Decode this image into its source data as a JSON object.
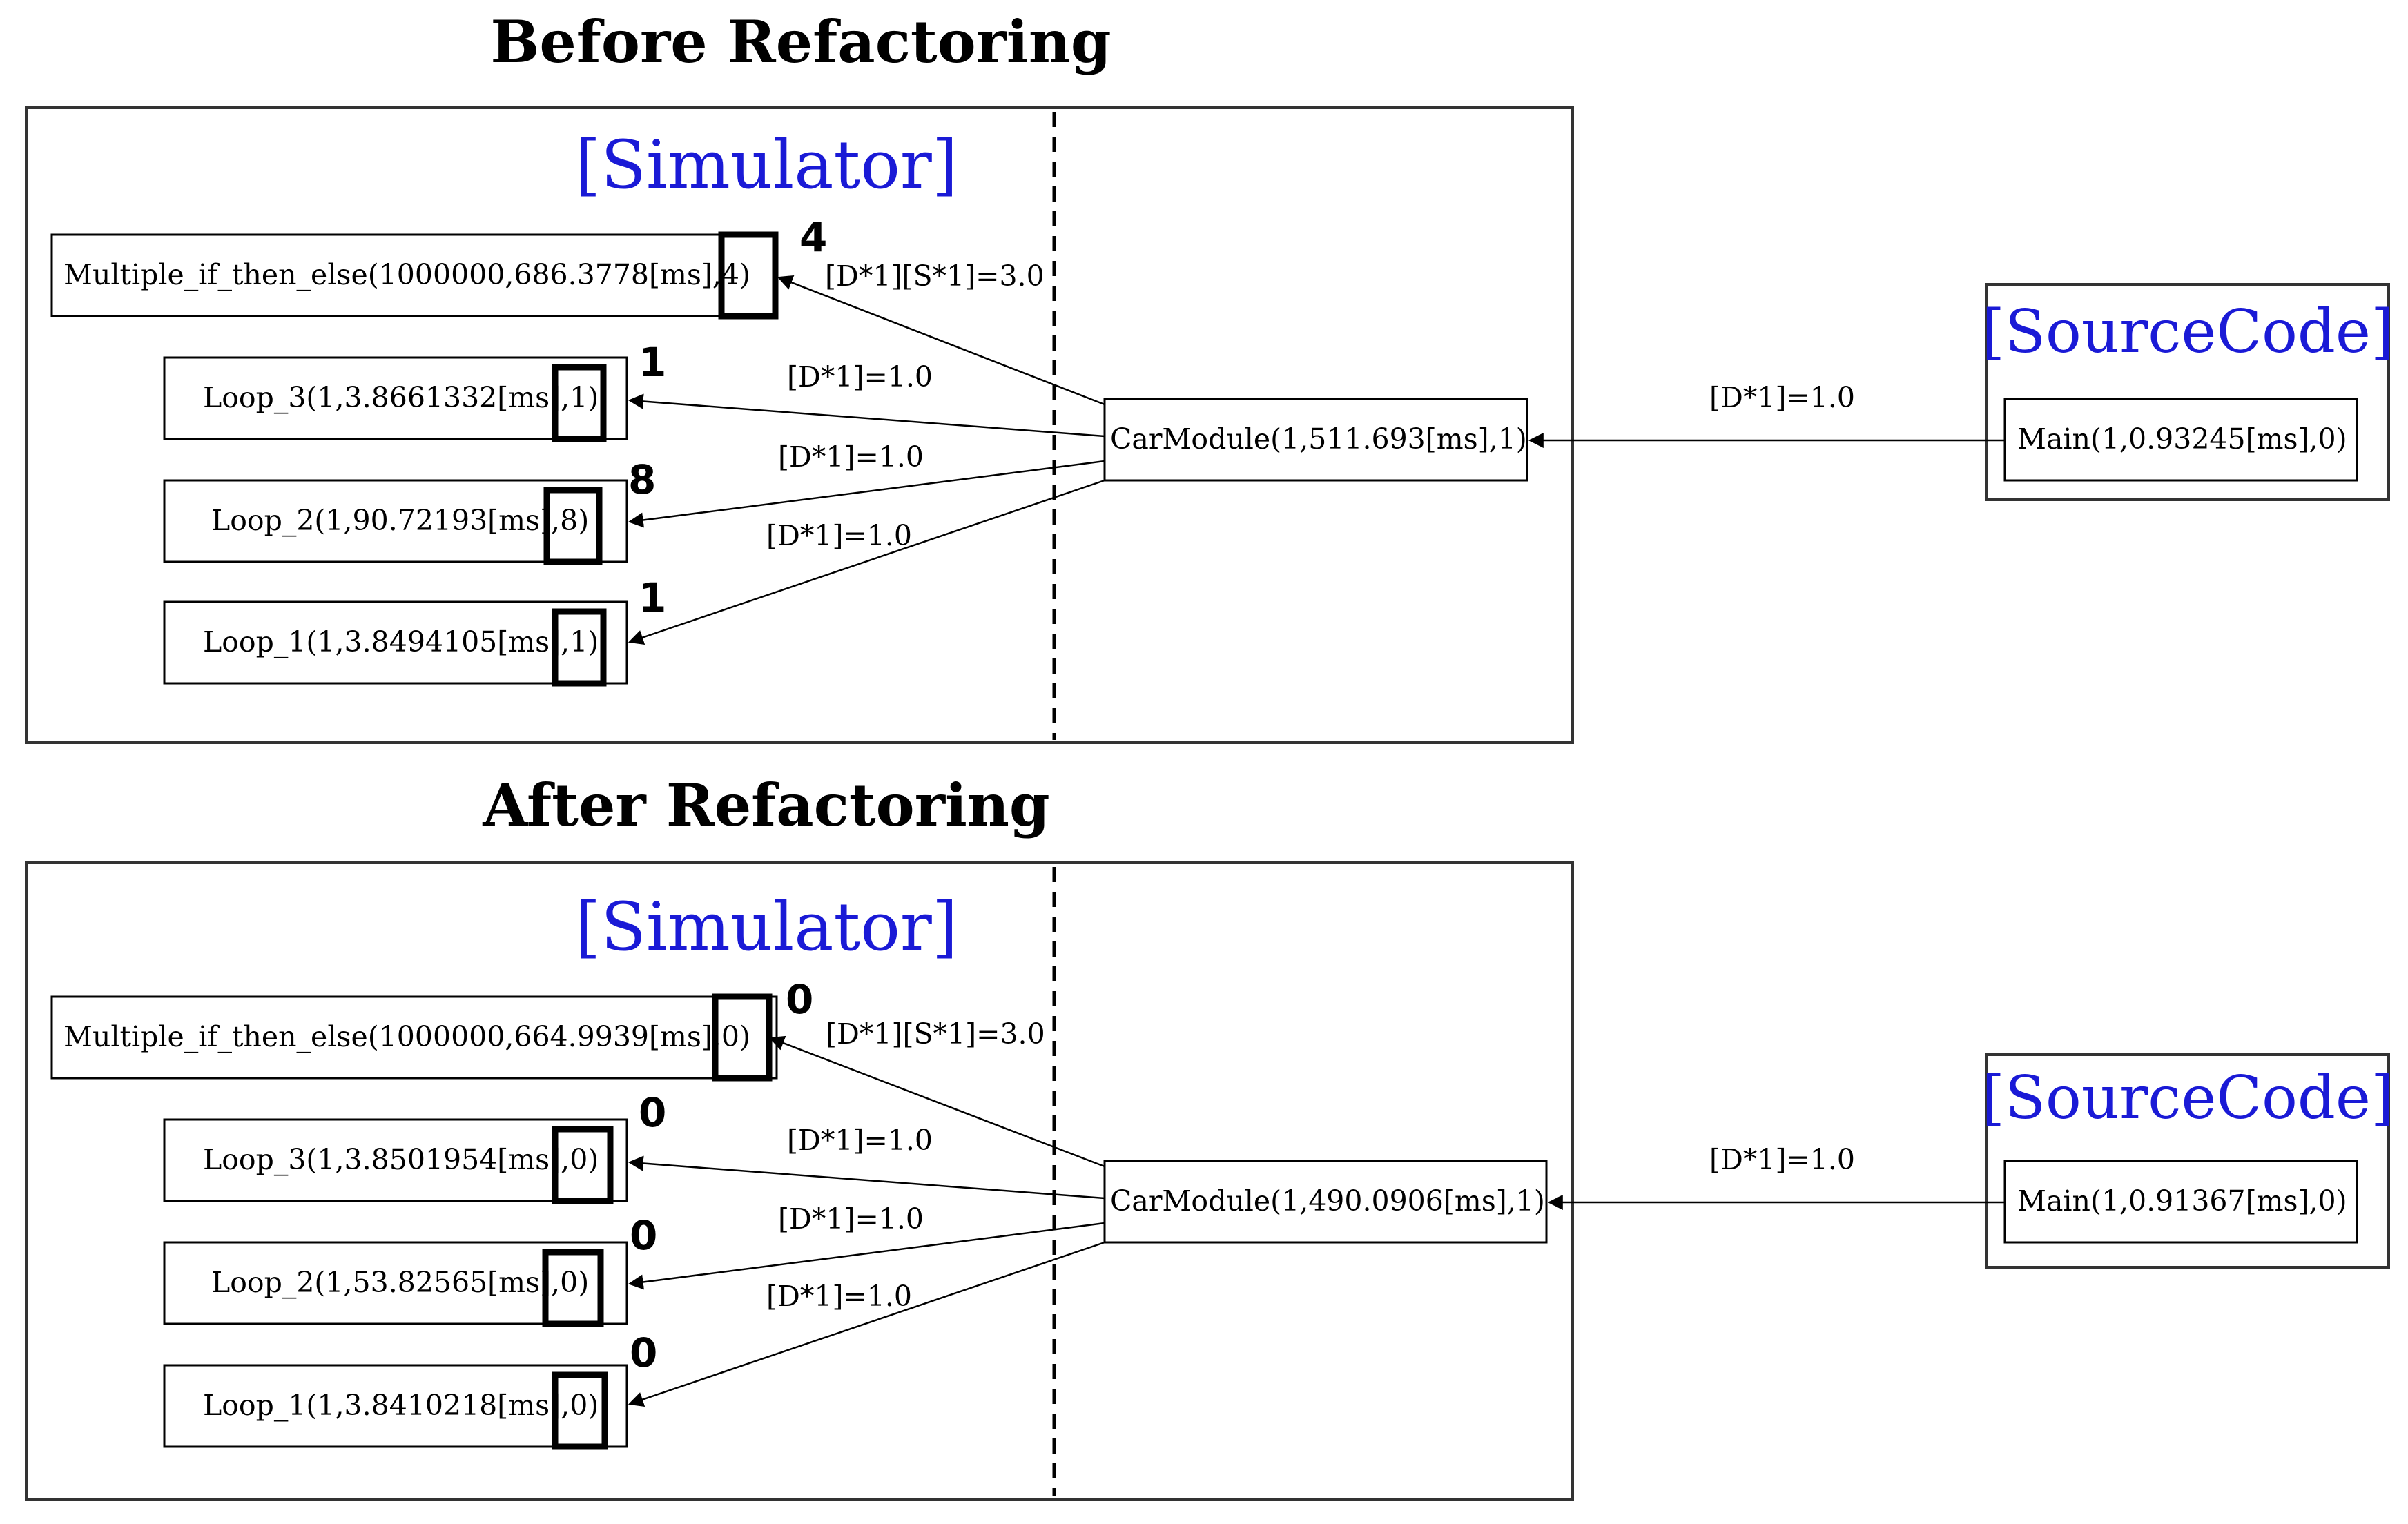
{
  "panels": [
    {
      "title": "Before Refactoring",
      "simulator_label": "[Simulator]",
      "sourcecode_label": "[SourceCode]",
      "nodes": {
        "multiple": {
          "text": "Multiple_if_then_else(1000000,686.3778[ms],4)",
          "badge": "4"
        },
        "loop3": {
          "text": "Loop_3(1,3.8661332[ms],1)",
          "badge": "1"
        },
        "loop2": {
          "text": "Loop_2(1,90.72193[ms],8)",
          "badge": "8"
        },
        "loop1": {
          "text": "Loop_1(1,3.8494105[ms],1)",
          "badge": "1"
        },
        "carmodule": {
          "text": "CarModule(1,511.693[ms],1)"
        },
        "main": {
          "text": "Main(1,0.93245[ms],0)"
        }
      },
      "edges": {
        "to_multiple": "[D*1][S*1]=3.0",
        "to_loop3": "[D*1]=1.0",
        "to_loop2": "[D*1]=1.0",
        "to_loop1": "[D*1]=1.0",
        "main_to_car": "[D*1]=1.0"
      }
    },
    {
      "title": "After Refactoring",
      "simulator_label": "[Simulator]",
      "sourcecode_label": "[SourceCode]",
      "nodes": {
        "multiple": {
          "text": "Multiple_if_then_else(1000000,664.9939[ms],0)",
          "badge": "0"
        },
        "loop3": {
          "text": "Loop_3(1,3.8501954[ms],0)",
          "badge": "0"
        },
        "loop2": {
          "text": "Loop_2(1,53.82565[ms],0)",
          "badge": "0"
        },
        "loop1": {
          "text": "Loop_1(1,3.8410218[ms],0)",
          "badge": "0"
        },
        "carmodule": {
          "text": "CarModule(1,490.0906[ms],1)"
        },
        "main": {
          "text": "Main(1,0.91367[ms],0)"
        }
      },
      "edges": {
        "to_multiple": "[D*1][S*1]=3.0",
        "to_loop3": "[D*1]=1.0",
        "to_loop2": "[D*1]=1.0",
        "to_loop1": "[D*1]=1.0",
        "main_to_car": "[D*1]=1.0"
      }
    }
  ],
  "colors": {
    "label_blue": "#1a1ad6",
    "line": "#000000"
  }
}
